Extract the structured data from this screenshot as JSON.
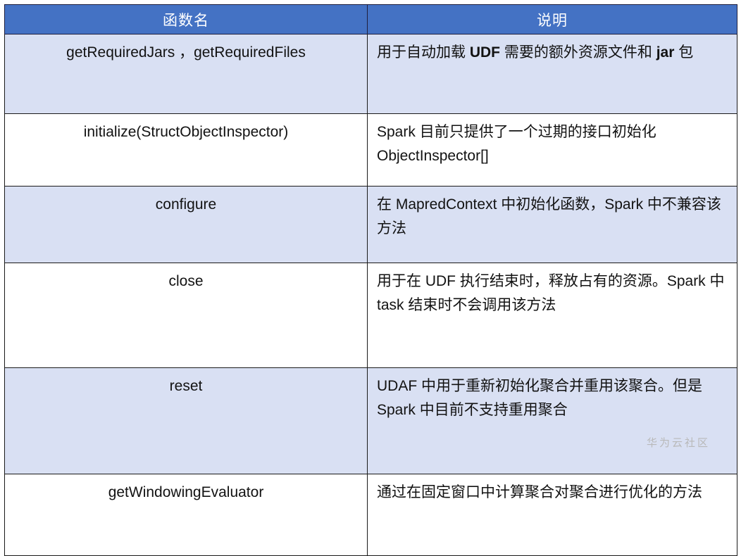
{
  "table": {
    "columns": [
      {
        "key": "name",
        "header": "函数名"
      },
      {
        "key": "desc",
        "header": "说明"
      }
    ],
    "rows": [
      {
        "name": "getRequiredJars ，getRequiredFiles",
        "desc_parts": [
          {
            "text": "用于自动加载 ",
            "bold": false
          },
          {
            "text": "UDF",
            "bold": true
          },
          {
            "text": " 需要的额外资源文件和 ",
            "bold": false
          },
          {
            "text": "jar",
            "bold": true
          },
          {
            "text": " 包",
            "bold": false
          }
        ],
        "desc_plain": "用于自动加载 UDF 需要的额外资源文件和 jar 包",
        "shaded": true
      },
      {
        "name": "initialize(StructObjectInspector)",
        "desc_parts": [
          {
            "text": "Spark 目前只提供了一个过期的接口初始化 ObjectInspector[]",
            "bold": false
          }
        ],
        "desc_plain": "Spark 目前只提供了一个过期的接口初始化 ObjectInspector[]",
        "shaded": false
      },
      {
        "name": "configure",
        "desc_parts": [
          {
            "text": "在 MapredContext 中初始化函数，Spark 中不兼容该方法",
            "bold": false
          }
        ],
        "desc_plain": "在 MapredContext 中初始化函数，Spark 中不兼容该方法",
        "shaded": true
      },
      {
        "name": "close",
        "desc_parts": [
          {
            "text": "用于在 UDF 执行结束时，释放占有的资源。Spark 中 task 结束时不会调用该方法",
            "bold": false
          }
        ],
        "desc_plain": "用于在 UDF 执行结束时，释放占有的资源。Spark 中 task 结束时不会调用该方法",
        "shaded": false
      },
      {
        "name": "reset",
        "desc_parts": [
          {
            "text": "UDAF 中用于重新初始化聚合并重用该聚合。但是 Spark 中目前不支持重用聚合",
            "bold": false
          }
        ],
        "desc_plain": "UDAF 中用于重新初始化聚合并重用该聚合。但是 Spark 中目前不支持重用聚合",
        "shaded": true
      },
      {
        "name": "getWindowingEvaluator",
        "desc_parts": [
          {
            "text": "通过在固定窗口中计算聚合对聚合进行优化的方法",
            "bold": false
          }
        ],
        "desc_plain": "通过在固定窗口中计算聚合对聚合进行优化的方法",
        "shaded": false
      }
    ]
  },
  "watermark": {
    "text": "华为云社区"
  },
  "colors": {
    "header_bg": "#4472C4",
    "header_text": "#FFFFFF",
    "row_shaded_bg": "#D9E0F3",
    "row_plain_bg": "#FFFFFF",
    "border": "#1A1A1A",
    "body_text": "#121212",
    "watermark_text": "#B9B9B9"
  }
}
